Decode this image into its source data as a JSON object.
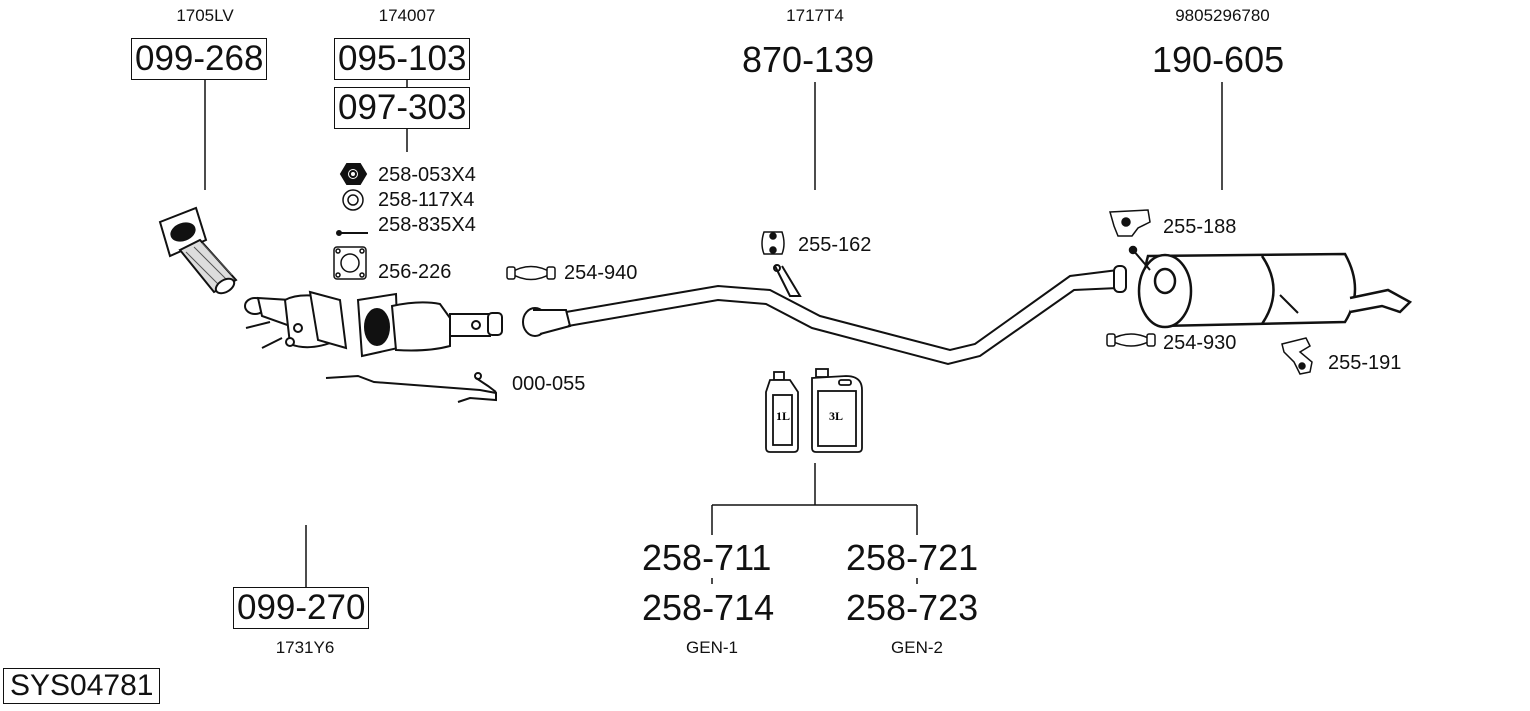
{
  "diagram": {
    "system_id": "SYS04781",
    "groups": [
      {
        "ref": "1705LV",
        "parts": [
          "099-268"
        ]
      },
      {
        "ref": "174007",
        "parts": [
          "095-103",
          "097-303"
        ]
      },
      {
        "ref": "1717T4",
        "parts": [
          "870-139"
        ]
      },
      {
        "ref": "9805296780",
        "parts": [
          "190-605"
        ]
      },
      {
        "ref": "1731Y6",
        "parts": [
          "099-270"
        ]
      }
    ],
    "accessories": [
      {
        "part": "258-053X4",
        "icon": "nut-icon"
      },
      {
        "part": "258-117X4",
        "icon": "washer-icon"
      },
      {
        "part": "258-835X4",
        "icon": "bolt-icon"
      },
      {
        "part": "256-226",
        "icon": "gasket-icon"
      },
      {
        "part": "254-940",
        "icon": "clamp-icon"
      },
      {
        "part": "000-055",
        "icon": "sensor-pipe-icon"
      },
      {
        "part": "255-162",
        "icon": "rubber-hanger-icon"
      },
      {
        "part": "255-188",
        "icon": "bracket-hanger-icon"
      },
      {
        "part": "254-930",
        "icon": "clamp-icon"
      },
      {
        "part": "255-191",
        "icon": "bracket-hanger-icon"
      }
    ],
    "fluids": {
      "containers": [
        "1L",
        "3L"
      ],
      "gen1": {
        "parts": [
          "258-711",
          "258-714"
        ],
        "label": "GEN-1"
      },
      "gen2": {
        "parts": [
          "258-721",
          "258-723"
        ],
        "label": "GEN-2"
      }
    }
  },
  "colors": {
    "line": "#111111",
    "background": "#ffffff"
  }
}
